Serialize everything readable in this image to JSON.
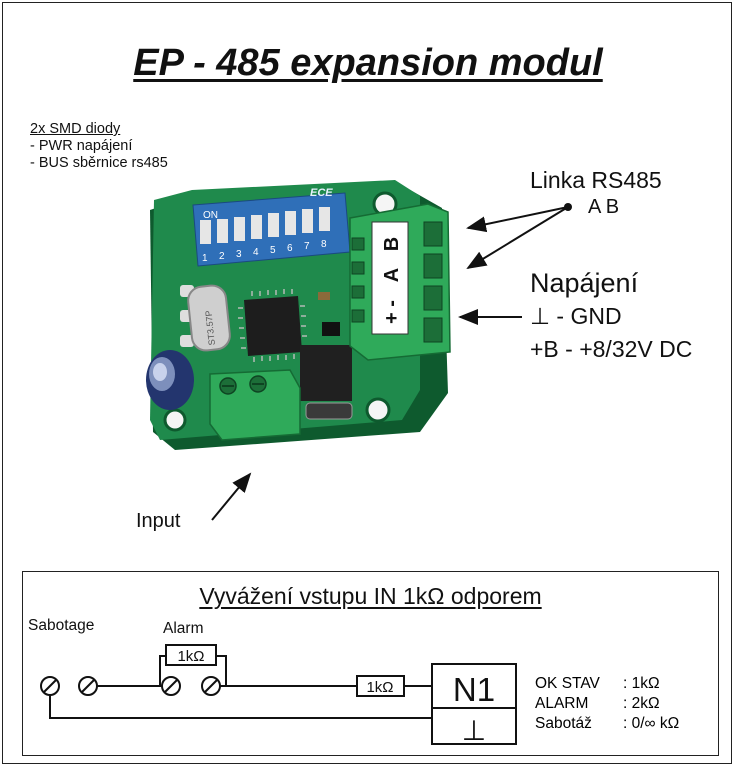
{
  "title": "EP - 485 expansion modul",
  "notes": {
    "heading": "2x SMD diody",
    "lines": [
      "- PWR napájení",
      "- BUS sběrnice rs485"
    ]
  },
  "rs485": {
    "label": "Linka RS485",
    "terminals": "A B"
  },
  "power": {
    "label": "Napájení",
    "gnd": "⊥   - GND",
    "plus": "+B - +8/32V DC"
  },
  "input_label": "Input",
  "board": {
    "dip_brand": "ECE",
    "dip_on": "ON",
    "dip_numbers": [
      "1",
      "2",
      "3",
      "4",
      "5",
      "6",
      "7",
      "8"
    ],
    "terminal_top": "B",
    "terminal_mid": "A",
    "terminal_bottom": "+ -",
    "crystal": "ST3.57P"
  },
  "circuit": {
    "title": "Vyvážení vstupu IN 1kΩ odporem",
    "sabotage_label": "Sabotage",
    "alarm_label": "Alarm",
    "resistor_alarm": "1kΩ",
    "resistor_series": "1kΩ",
    "n1": "N1",
    "ground": "⊥",
    "status": [
      {
        "name": "OK STAV",
        "value": ": 1kΩ"
      },
      {
        "name": "ALARM",
        "value": ": 2kΩ"
      },
      {
        "name": "Sabotáž",
        "value": ": 0/∞ kΩ"
      }
    ]
  },
  "colors": {
    "pcb": "#1f8a4c",
    "terminal": "#2faa5a",
    "dip": "#2f6fb8",
    "chip": "#1d1d1d",
    "capacitor": "#23356e"
  }
}
